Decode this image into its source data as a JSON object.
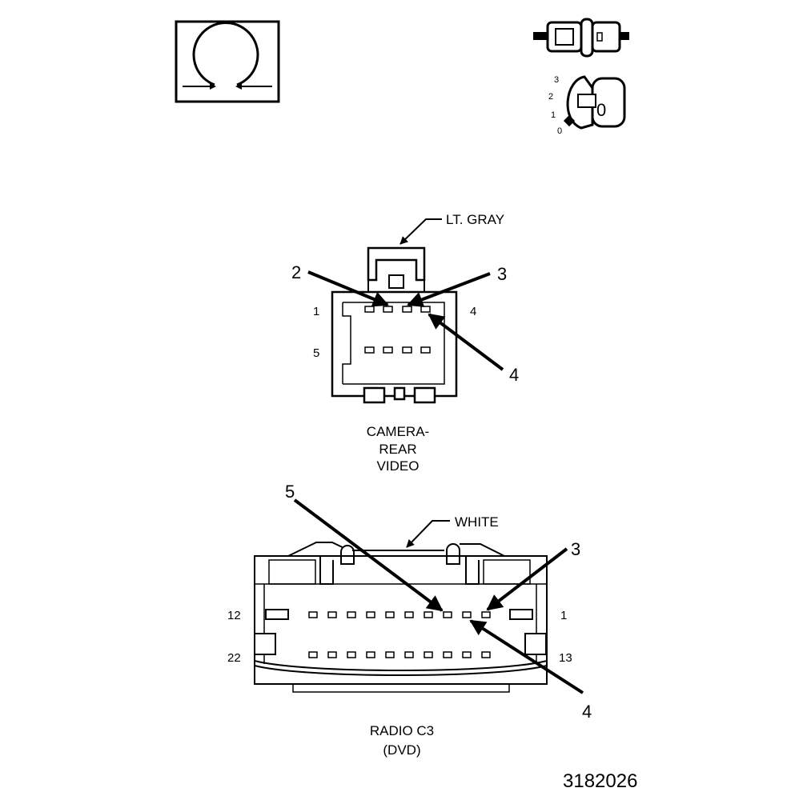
{
  "figure_id": "3182026",
  "ignition_switch": {
    "positions": [
      "3",
      "2",
      "1",
      "0"
    ],
    "key_label": "0"
  },
  "camera_connector": {
    "color_label": "LT. GRAY",
    "name_lines": [
      "CAMERA-",
      "REAR",
      "VIDEO"
    ],
    "row_labels": {
      "top_left": "1",
      "top_right": "4",
      "bottom_left": "5"
    },
    "callouts": [
      "2",
      "3",
      "4"
    ]
  },
  "radio_connector": {
    "color_label": "WHITE",
    "name_lines": [
      "RADIO C3",
      "(DVD)"
    ],
    "row_labels": {
      "top_left": "12",
      "top_right": "1",
      "bottom_left": "22",
      "bottom_right": "13"
    },
    "callouts": [
      "5",
      "3",
      "4"
    ]
  },
  "colors": {
    "line": "#000000",
    "background": "#ffffff"
  }
}
